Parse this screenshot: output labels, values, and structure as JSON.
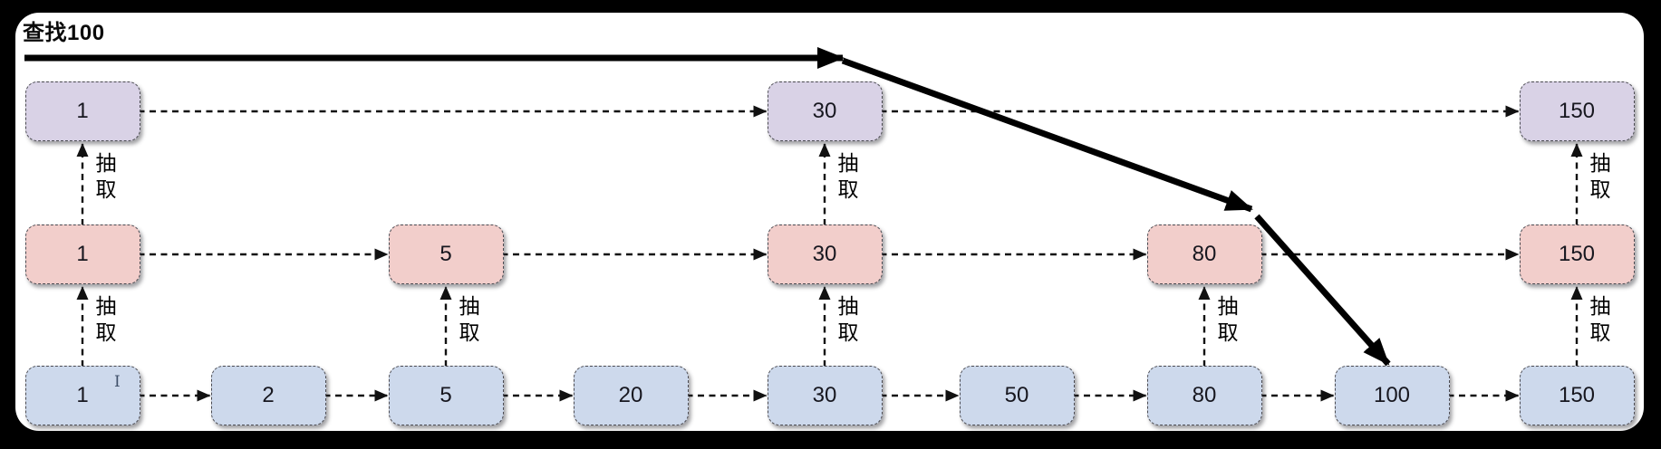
{
  "title": "查找100",
  "labels": {
    "extract": "抽取"
  },
  "cursor_artifact": "I",
  "skiplist": {
    "levels": [
      {
        "name": "level-2",
        "color": "#d9d2e6",
        "values": [
          "1",
          "30",
          "150"
        ]
      },
      {
        "name": "level-1",
        "color": "#f2cecb",
        "values": [
          "1",
          "5",
          "30",
          "80",
          "150"
        ]
      },
      {
        "name": "level-0",
        "color": "#cdd9ec",
        "values": [
          "1",
          "2",
          "5",
          "20",
          "30",
          "50",
          "80",
          "100",
          "150"
        ]
      }
    ]
  },
  "search": {
    "target_label": "查找100"
  },
  "colors": {
    "background": "#000000",
    "card": "#ffffff",
    "connector": "#111111",
    "search_path": "#000000"
  }
}
